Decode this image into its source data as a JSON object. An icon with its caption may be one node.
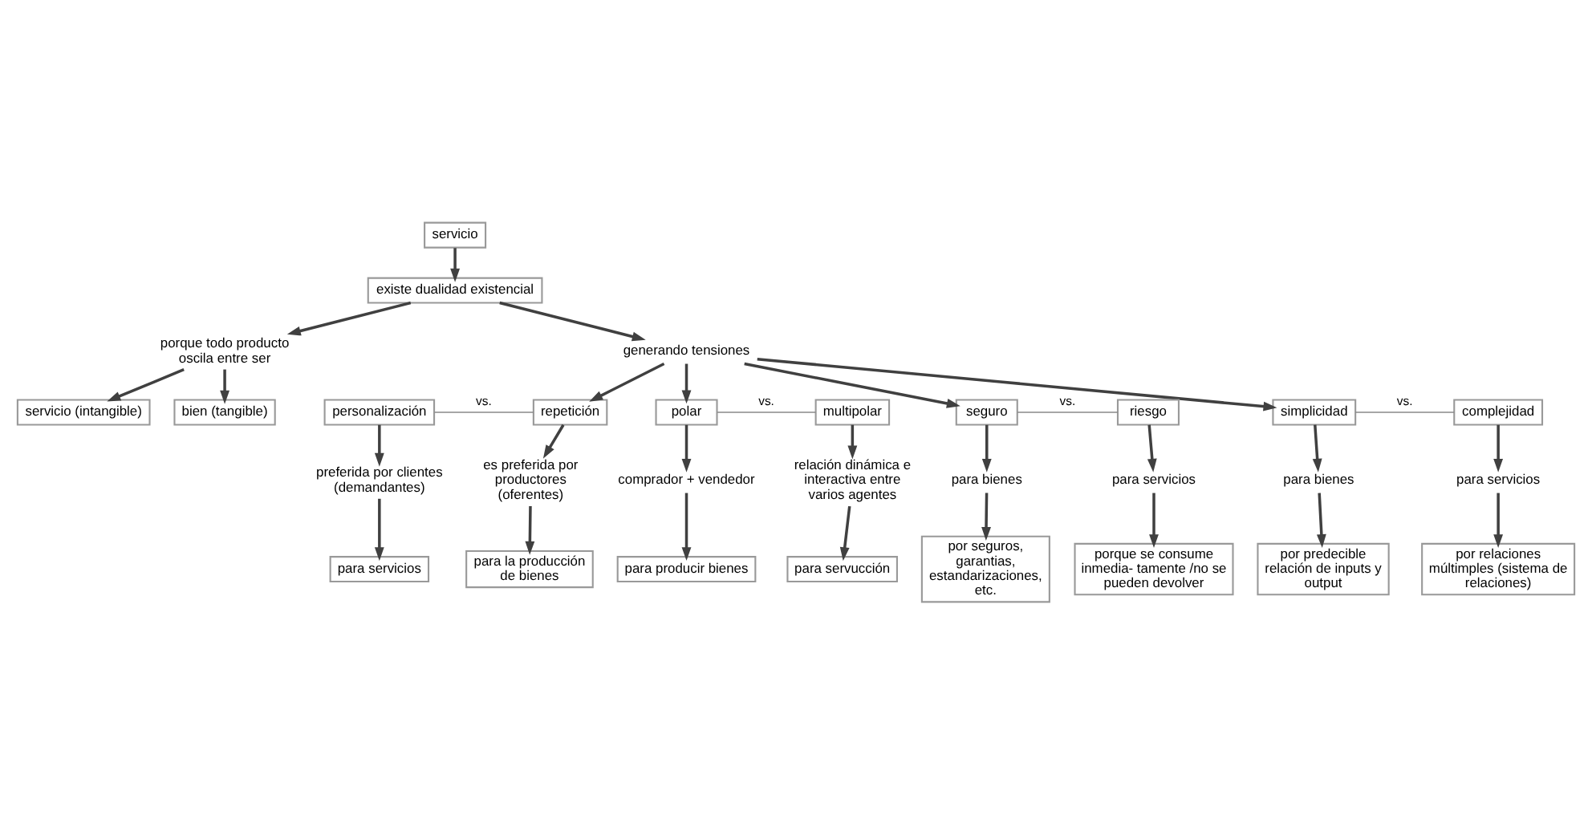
{
  "diagram": {
    "nodes": [
      {
        "text": [
          "servicio"
        ]
      },
      {
        "text": [
          "existe dualidad existencial"
        ]
      },
      {
        "text": [
          "porque todo producto oscila entre ser"
        ]
      },
      {
        "text": [
          "servicio (intangible)"
        ]
      },
      {
        "text": [
          "bien (tangible)"
        ]
      },
      {
        "text": [
          "generando tensiones"
        ]
      },
      {
        "text": [
          "personalización"
        ]
      },
      {
        "text": [
          "repetición"
        ]
      },
      {
        "text": [
          "preferida por clientes (demandantes)"
        ]
      },
      {
        "text": [
          "para servicios"
        ]
      },
      {
        "text": [
          "es preferida por productores (oferentes)"
        ]
      },
      {
        "text": [
          "para la producción de bienes"
        ]
      },
      {
        "text": [
          "polar"
        ]
      },
      {
        "text": [
          "multipolar"
        ]
      },
      {
        "text": [
          "comprador + vendedor"
        ]
      },
      {
        "text": [
          "para producir bienes"
        ]
      },
      {
        "text": [
          "relación dinámica e interactiva entre varios agentes"
        ]
      },
      {
        "text": [
          "para servucción"
        ]
      },
      {
        "text": [
          "seguro"
        ]
      },
      {
        "text": [
          "riesgo"
        ]
      },
      {
        "text": [
          "para bienes"
        ]
      },
      {
        "text": [
          "por seguros, garantias, estandarizaciones, etc."
        ]
      },
      {
        "text": [
          "para servicios"
        ]
      },
      {
        "text": [
          "porque se consume inmedia- tamente /no se pueden devolver"
        ]
      },
      {
        "text": [
          "simplicidad"
        ]
      },
      {
        "text": [
          "complejidad"
        ]
      },
      {
        "text": [
          "para bienes"
        ]
      },
      {
        "text": [
          "por predecible relación de inputs y output"
        ]
      },
      {
        "text": [
          "para servicios"
        ]
      },
      {
        "text": [
          "por relaciones múltimples (sistema de relaciones)"
        ]
      }
    ],
    "edges": [
      {
        "from": 0,
        "to": 1,
        "arrow": "to"
      },
      {
        "from": 1,
        "to": 2,
        "arrow": "to"
      },
      {
        "from": 2,
        "to": 3,
        "arrow": "to"
      },
      {
        "from": 2,
        "to": 4,
        "arrow": "to"
      },
      {
        "from": 1,
        "to": 5,
        "arrow": "to"
      },
      {
        "from": 5,
        "to": 7,
        "arrow": "to"
      },
      {
        "from": 5,
        "to": 18,
        "arrow": "to"
      },
      {
        "from": 5,
        "to": 12,
        "arrow": "to"
      },
      {
        "from": 5,
        "to": 24,
        "arrow": "to"
      },
      {
        "from": 6,
        "to": 7,
        "arrow": "none",
        "label": "vs."
      },
      {
        "from": 6,
        "to": 8,
        "arrow": "to"
      },
      {
        "from": 8,
        "to": 9,
        "arrow": "to"
      },
      {
        "from": 7,
        "to": 10,
        "arrow": "to"
      },
      {
        "from": 10,
        "to": 11,
        "arrow": "to"
      },
      {
        "from": 12,
        "to": 13,
        "arrow": "none",
        "label": "vs."
      },
      {
        "from": 12,
        "to": 14,
        "arrow": "to"
      },
      {
        "from": 14,
        "to": 15,
        "arrow": "to"
      },
      {
        "from": 13,
        "to": 16,
        "arrow": "to"
      },
      {
        "from": 16,
        "to": 17,
        "arrow": "to"
      },
      {
        "from": 18,
        "to": 19,
        "arrow": "none",
        "label": "vs."
      },
      {
        "from": 18,
        "to": 20,
        "arrow": "to"
      },
      {
        "from": 20,
        "to": 21,
        "arrow": "to"
      },
      {
        "from": 19,
        "to": 22,
        "arrow": "to"
      },
      {
        "from": 22,
        "to": 23,
        "arrow": "to"
      },
      {
        "from": 24,
        "to": 25,
        "arrow": "none",
        "label": "vs."
      },
      {
        "from": 24,
        "to": 26,
        "arrow": "to"
      },
      {
        "from": 26,
        "to": 27,
        "arrow": "to"
      },
      {
        "from": 25,
        "to": 28,
        "arrow": "to"
      },
      {
        "from": 28,
        "to": 29,
        "arrow": "to"
      }
    ]
  }
}
